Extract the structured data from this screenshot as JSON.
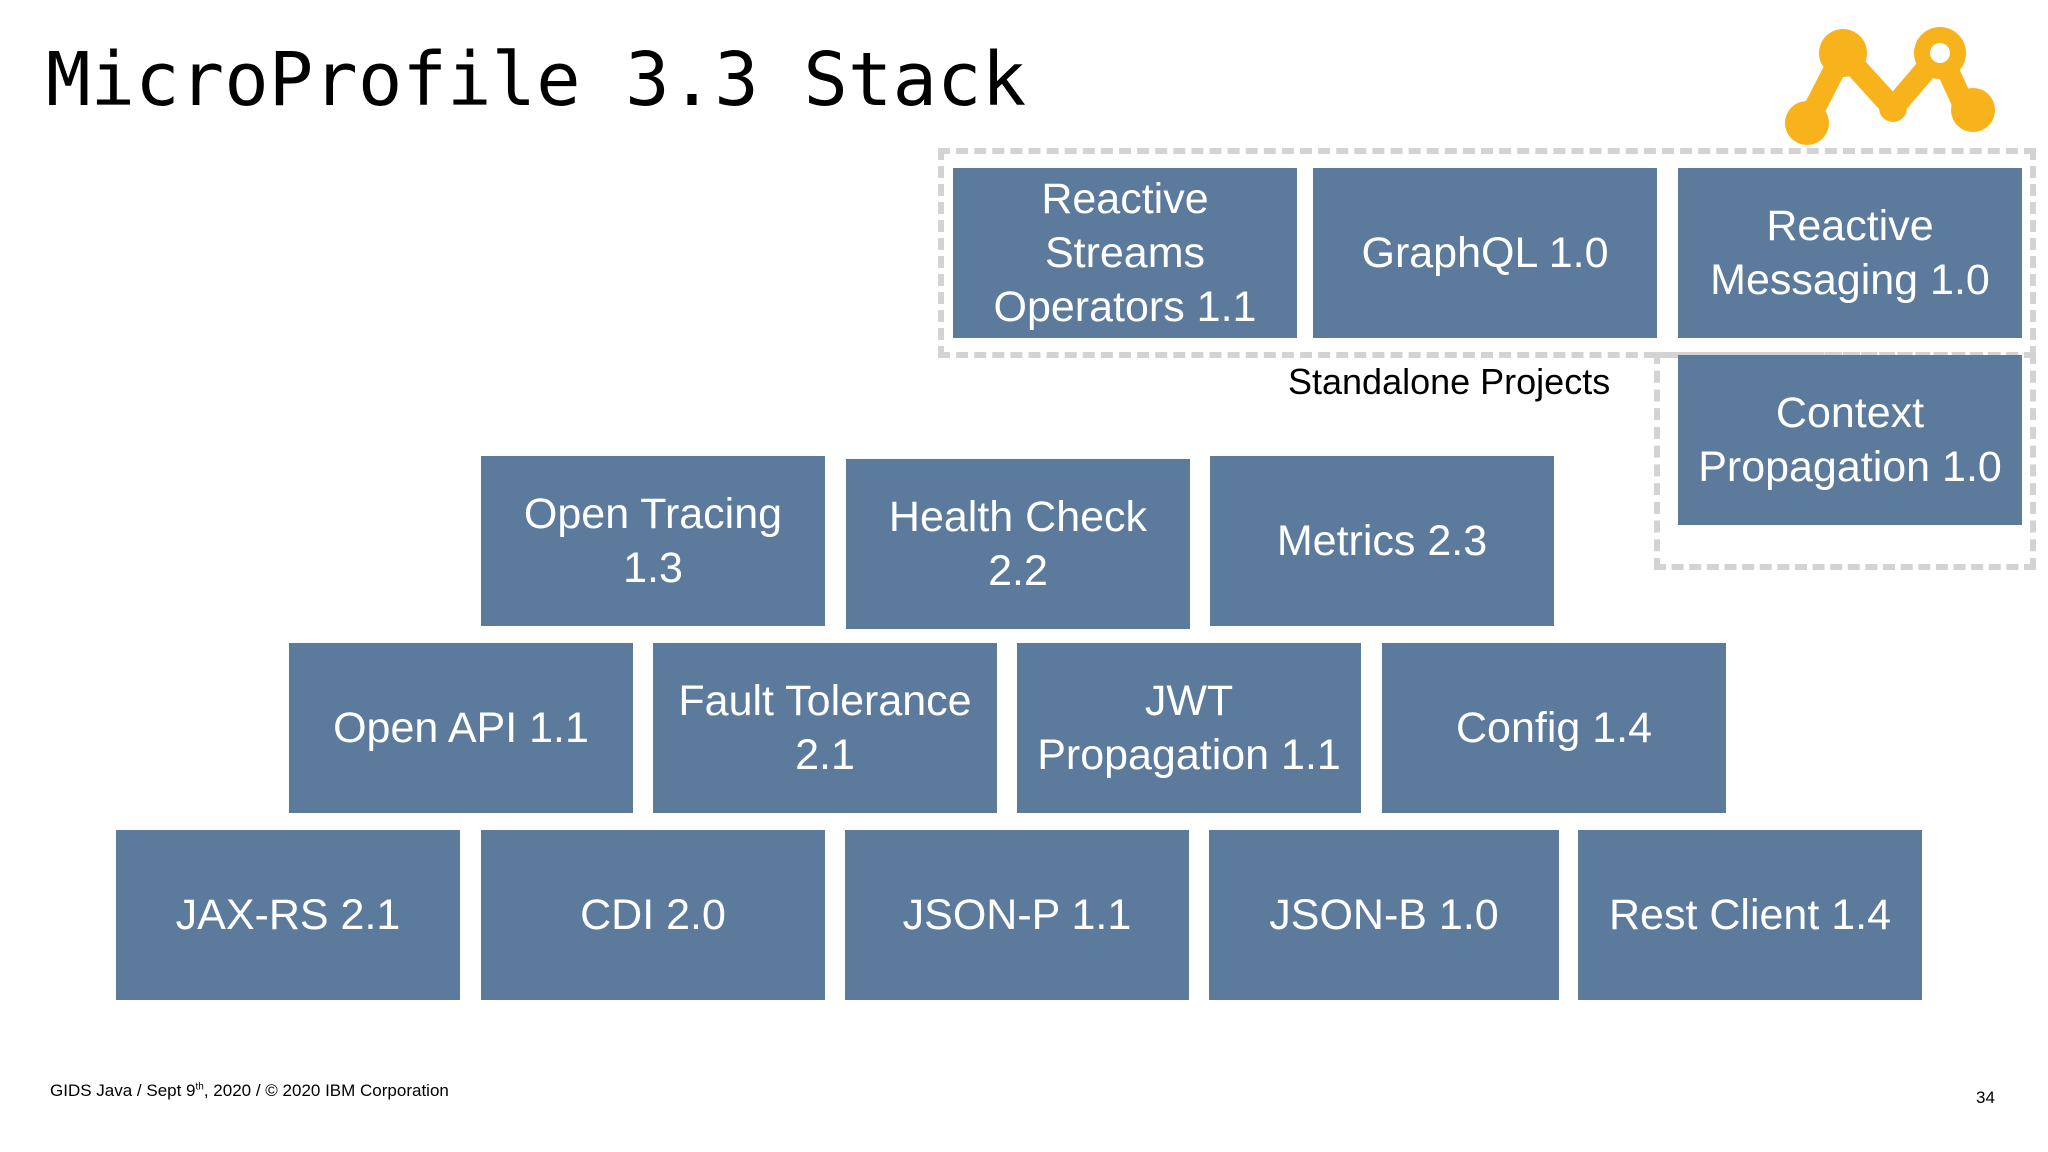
{
  "slide": {
    "title": "MicroProfile 3.3 Stack",
    "standalone_label": "Standalone Projects",
    "page_number": "34",
    "footer": {
      "before_sup": "GIDS Java / Sept 9",
      "sup": "th",
      "after_sup": ", 2020 / © 2020 IBM Corporation"
    }
  },
  "logo": {
    "icon": "microprofile-logo-icon",
    "color": "#f7b21c"
  },
  "colors": {
    "box_fill": "#5b7a9c",
    "box_text": "#ffffff",
    "dash_border": "#d3d3d3"
  },
  "standalone": {
    "reactive_streams": "Reactive Streams Operators 1.1",
    "graphql": "GraphQL 1.0",
    "reactive_messaging": "Reactive Messaging 1.0",
    "context_propagation": "Context Propagation 1.0"
  },
  "row_top": {
    "open_tracing": "Open Tracing 1.3",
    "health_check": "Health Check 2.2",
    "metrics": "Metrics 2.3"
  },
  "row_middle": {
    "open_api": "Open API 1.1",
    "fault_tolerance": "Fault Tolerance 2.1",
    "jwt_propagation": "JWT Propagation 1.1",
    "config": "Config 1.4"
  },
  "row_bottom": {
    "jax_rs": "JAX-RS 2.1",
    "cdi": "CDI 2.0",
    "json_p": "JSON-P 1.1",
    "json_b": "JSON-B 1.0",
    "rest_client": "Rest Client 1.4"
  }
}
